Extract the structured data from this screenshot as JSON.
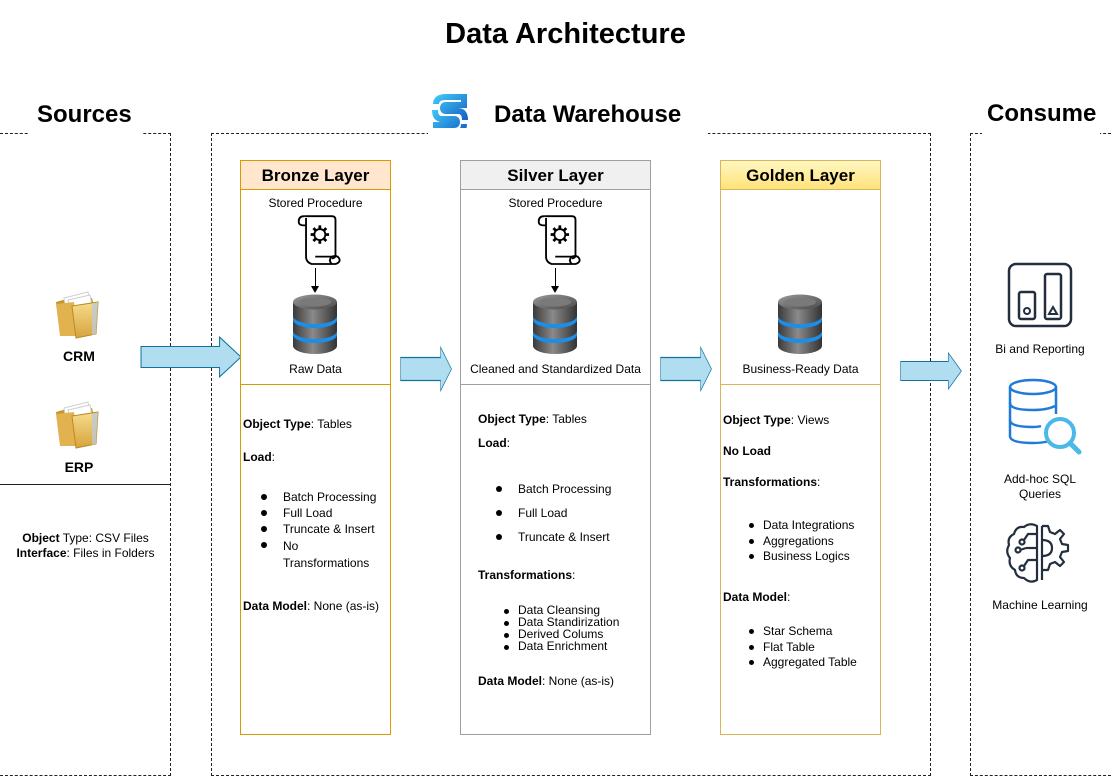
{
  "title": "Data Architecture",
  "sections": {
    "sources": "Sources",
    "warehouse": "Data Warehouse",
    "consume": "Consume"
  },
  "sources": {
    "items": [
      "CRM",
      "ERP"
    ],
    "object_type_key": "Object",
    "object_type_rest": " Type: CSV Files",
    "interface_key": "Interface",
    "interface_rest": ": Files in Folders"
  },
  "bronze": {
    "title": "Bronze Layer",
    "procedure": "Stored Procedure",
    "data_label": "Raw Data",
    "object_type_key": "Object Type",
    "object_type_val": ": Tables",
    "load_key": "Load",
    "load_rest": ":",
    "load_items": [
      "Batch Processing",
      "Full Load",
      "Truncate & Insert",
      "No Transformations"
    ],
    "model_key": "Data Model",
    "model_val": ": None (as-is)"
  },
  "silver": {
    "title": "Silver Layer",
    "procedure": "Stored Procedure",
    "data_label": "Cleaned and Standardized Data",
    "object_type_key": "Object Type",
    "object_type_val": ": Tables",
    "load_key": "Load",
    "load_rest": ":",
    "load_items": [
      "Batch Processing",
      "Full Load",
      "Truncate & Insert"
    ],
    "transform_key": "Transformations",
    "transform_rest": ":",
    "transform_items": [
      "Data Cleansing",
      "Data Standirization",
      "Derived Colums",
      "Data Enrichment"
    ],
    "model_key": "Data Model",
    "model_val": ": None (as-is)"
  },
  "golden": {
    "title": "Golden Layer",
    "data_label": "Business-Ready Data",
    "object_type_key": "Object Type",
    "object_type_val": ": Views",
    "noload_a": "No ",
    "noload_b": "Load",
    "transform_key": "Transformations",
    "transform_rest": ":",
    "transform_items": [
      "Data Integrations",
      "Aggregations",
      "Business Logics"
    ],
    "model_key": "Data Model",
    "model_rest": ":",
    "model_items": [
      "Star Schema",
      "Flat Table",
      "Aggregated Table"
    ]
  },
  "consume": {
    "items": [
      "Bi and Reporting",
      "Add-hoc SQL Queries",
      "Machine Learning"
    ]
  },
  "colors": {
    "bronze_border": "#d79b00",
    "bronze_fill": "#ffe6cc",
    "silver_border": "#a0a0a0",
    "silver_fill": "#f0f0f0",
    "golden_border": "#d6b656",
    "golden_fill": "#fff2a8",
    "arrow_fill": "#b1ddf0",
    "arrow_stroke": "#10739e"
  },
  "icons": [
    "folder-icon",
    "scroll-gear-icon",
    "database-icon",
    "warehouse-logo-icon",
    "bar-chart-icon",
    "database-search-icon",
    "brain-gear-icon"
  ]
}
